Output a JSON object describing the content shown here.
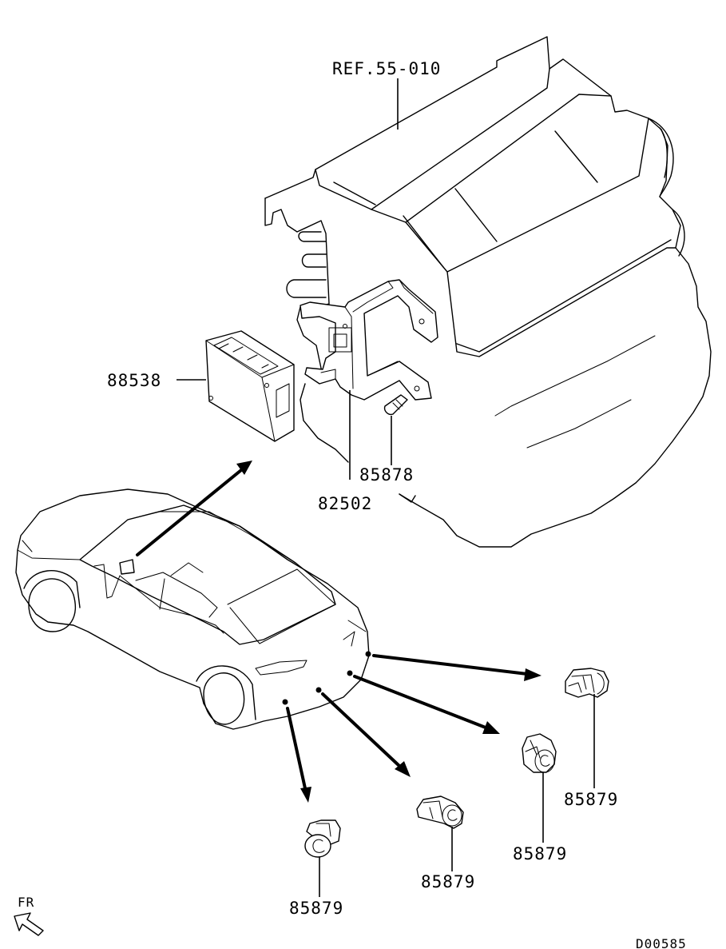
{
  "diagram": {
    "ref_label": "REF.55-010",
    "parts": {
      "control_unit": "88538",
      "bracket": "82502",
      "bolt": "85878",
      "sensor_1": "85879",
      "sensor_2": "85879",
      "sensor_3": "85879",
      "sensor_4": "85879"
    },
    "direction_label": "FR",
    "drawing_id": "D00585"
  }
}
